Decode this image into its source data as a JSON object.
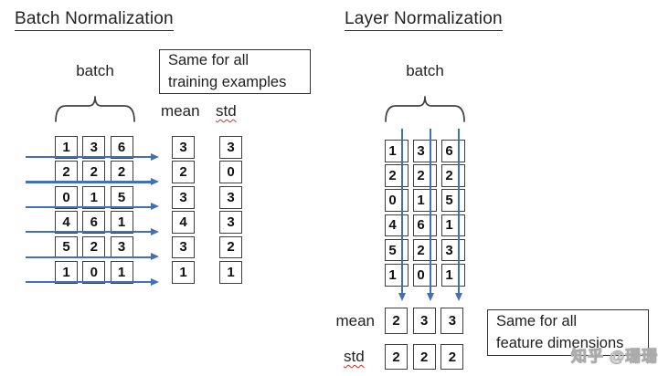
{
  "watermark": "知乎 @珊珊",
  "colors": {
    "arrow": "#4170b8",
    "border": "#3f3f3f",
    "text": "#1f1f1f",
    "squiggle": "#d93025"
  },
  "batch_norm": {
    "title": "Batch Normalization",
    "batch_label": "batch",
    "note_line1": "Same for all",
    "note_line2": "training examples",
    "mean_label": "mean",
    "std_label": "std",
    "matrix": [
      [
        1,
        3,
        6
      ],
      [
        2,
        2,
        2
      ],
      [
        0,
        1,
        5
      ],
      [
        4,
        6,
        1
      ],
      [
        5,
        2,
        3
      ],
      [
        1,
        0,
        1
      ]
    ],
    "mean": [
      3,
      2,
      3,
      4,
      3,
      1
    ],
    "std": [
      3,
      0,
      3,
      3,
      2,
      1
    ]
  },
  "layer_norm": {
    "title": "Layer Normalization",
    "batch_label": "batch",
    "note_line1": "Same for all",
    "note_line2": "feature dimensions",
    "mean_label": "mean",
    "std_label": "std",
    "matrix": [
      [
        1,
        3,
        6
      ],
      [
        2,
        2,
        2
      ],
      [
        0,
        1,
        5
      ],
      [
        4,
        6,
        1
      ],
      [
        5,
        2,
        3
      ],
      [
        1,
        0,
        1
      ]
    ],
    "mean": [
      2,
      3,
      3
    ],
    "std": [
      2,
      2,
      2
    ]
  }
}
